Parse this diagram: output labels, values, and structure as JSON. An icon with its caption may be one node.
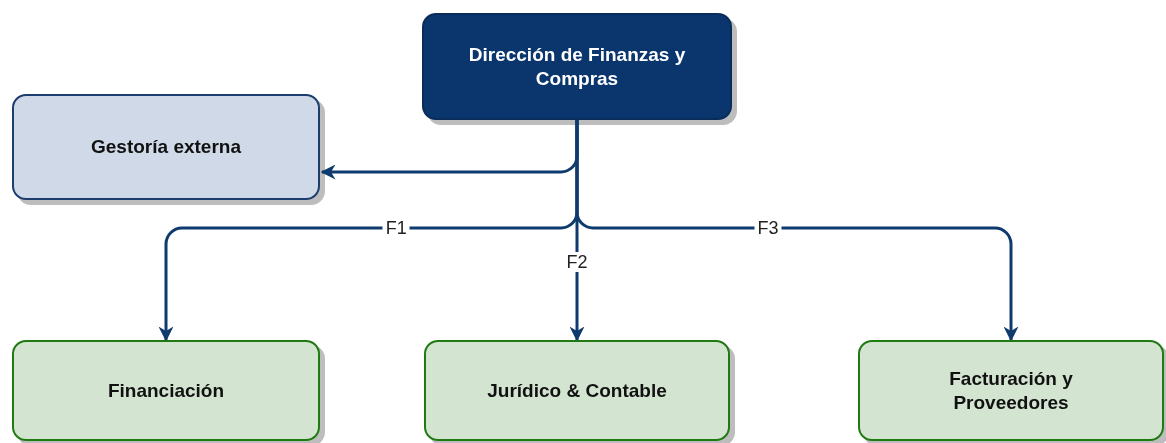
{
  "diagram": {
    "nodes": [
      {
        "text": [
          "Dirección de Finanzas y Compras"
        ]
      },
      {
        "text": [
          "Gestoría externa"
        ]
      },
      {
        "text": [
          "Financiación"
        ]
      },
      {
        "text": [
          "Jurídico & Contable"
        ]
      },
      {
        "text": [
          "Facturación y Proveedores"
        ]
      }
    ],
    "edges": [
      {
        "from": 0,
        "to": 1,
        "arrow": "to"
      },
      {
        "from": 0,
        "to": 2,
        "arrow": "to",
        "label": "F1"
      },
      {
        "from": 0,
        "to": 3,
        "arrow": "to",
        "label": "F2"
      },
      {
        "from": 0,
        "to": 4,
        "arrow": "to",
        "label": "F3"
      }
    ]
  }
}
